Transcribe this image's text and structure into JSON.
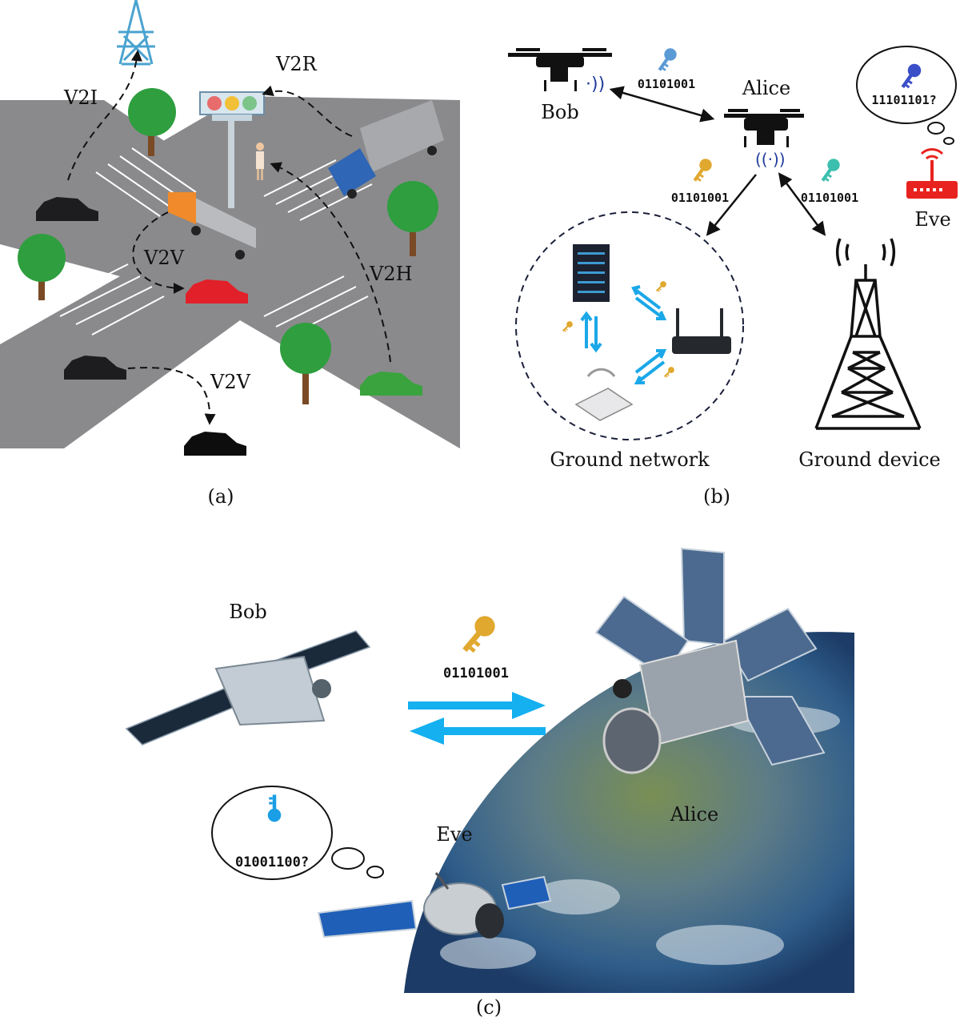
{
  "panel_a": {
    "caption": "(a)",
    "labels": {
      "v2i": "V2I",
      "v2r": "V2R",
      "v2v_top": "V2V",
      "v2h": "V2H",
      "v2v_bottom": "V2V"
    }
  },
  "panel_b": {
    "caption": "(b)",
    "bob": "Bob",
    "alice": "Alice",
    "eve": "Eve",
    "ground_network": "Ground network",
    "ground_device": "Ground device",
    "key_bob": "01101001",
    "key_network": "01101001",
    "key_device": "01101001",
    "eve_guess": "11101101?",
    "colors": {
      "key_blue": "#5b9bd5",
      "key_gold": "#e0a82e",
      "key_teal": "#3cbfae",
      "eve_key": "#3a4fc8",
      "eve_router": "#e8231f",
      "arrow_blue": "#1ba8e8"
    }
  },
  "panel_c": {
    "caption": "(c)",
    "bob": "Bob",
    "alice": "Alice",
    "eve": "Eve",
    "key": "01101001",
    "eve_guess": "01001100?",
    "colors": {
      "key_gold": "#e0a82e",
      "arrow_blue": "#14b0f0",
      "eve_key": "#1a9ee6"
    }
  }
}
